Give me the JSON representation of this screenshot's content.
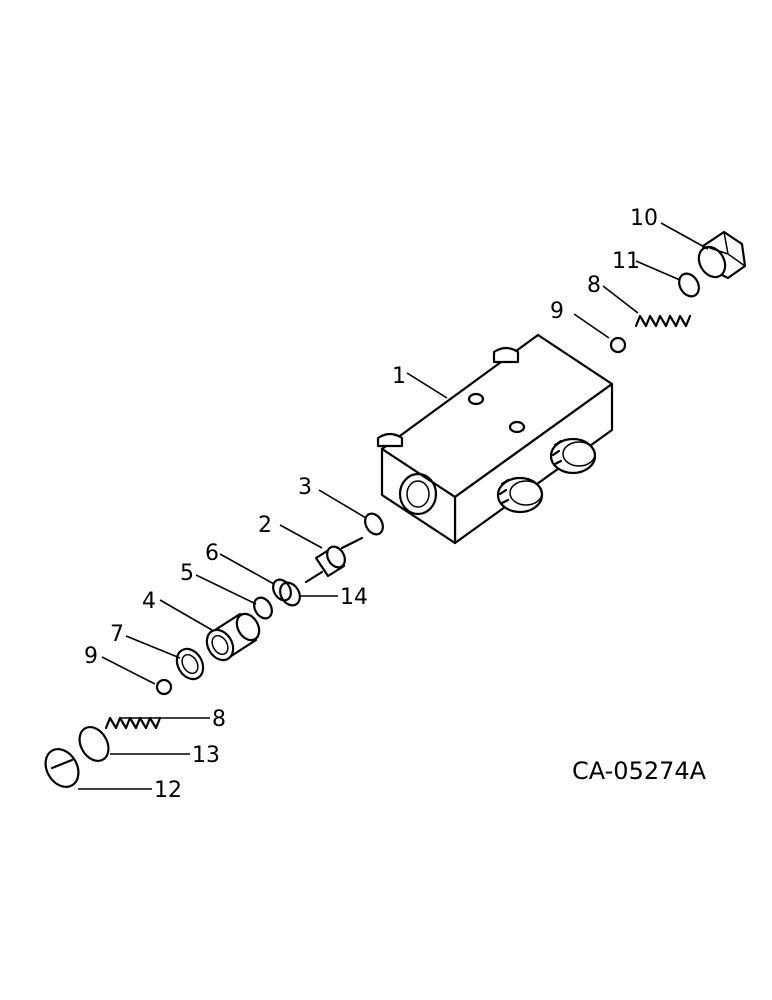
{
  "callouts": {
    "c1": "1",
    "c2": "2",
    "c3": "3",
    "c4": "4",
    "c5": "5",
    "c6": "6",
    "c7": "7",
    "c8_top": "8",
    "c8_bottom": "8",
    "c9_top": "9",
    "c9_bottom": "9",
    "c10": "10",
    "c11": "11",
    "c12": "12",
    "c13": "13",
    "c14": "14"
  },
  "drawing_code": "CA-05274A"
}
